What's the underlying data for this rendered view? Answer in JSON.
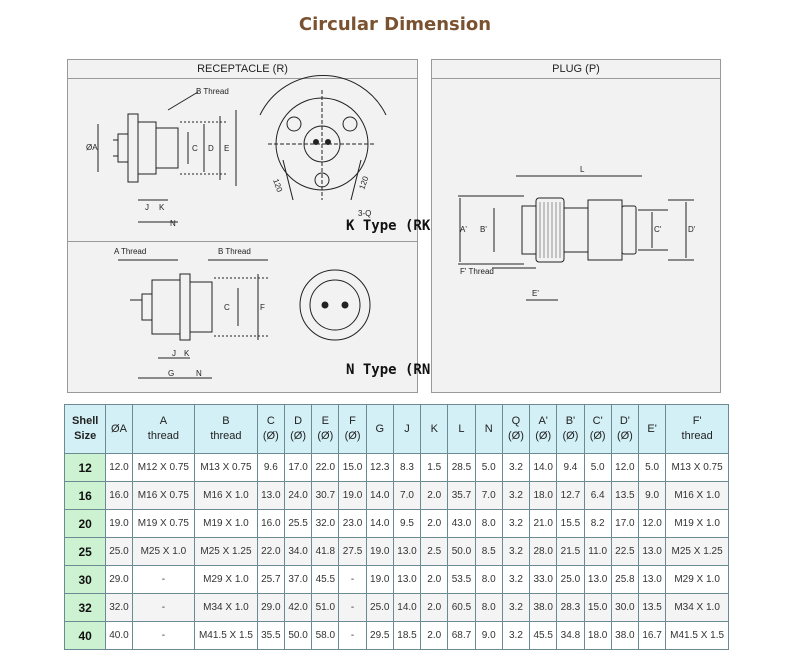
{
  "title": "Circular Dimension",
  "receptacle": {
    "header": "RECEPTACLE (R)",
    "k_type_label": "K Type (RK)",
    "n_type_label": "N Type (RN)",
    "k_labels": {
      "b_thread": "B Thread",
      "phi_a": "ØA",
      "c": "C",
      "d": "D",
      "e": "E",
      "j": "J",
      "k": "K",
      "n": "N",
      "q": "3-Q",
      "angle1": "120",
      "angle2": "120"
    },
    "n_labels": {
      "a_thread": "A Thread",
      "b_thread": "B Thread",
      "c": "C",
      "f": "F",
      "j": "J",
      "k": "K",
      "g": "G",
      "n": "N"
    }
  },
  "plug": {
    "header": "PLUG (P)",
    "labels": {
      "l": "L",
      "a": "A'",
      "b": "B'",
      "c": "C'",
      "d": "D'",
      "e": "E'",
      "f_thread": "F' Thread"
    }
  },
  "table": {
    "headers": [
      [
        "Shell",
        "Size"
      ],
      [
        "ØA",
        ""
      ],
      [
        "A",
        "thread"
      ],
      [
        "B",
        "thread"
      ],
      [
        "C",
        "(Ø)"
      ],
      [
        "D",
        "(Ø)"
      ],
      [
        "E",
        "(Ø)"
      ],
      [
        "F",
        "(Ø)"
      ],
      [
        "G",
        ""
      ],
      [
        "J",
        ""
      ],
      [
        "K",
        ""
      ],
      [
        "L",
        ""
      ],
      [
        "N",
        ""
      ],
      [
        "Q",
        "(Ø)"
      ],
      [
        "A'",
        "(Ø)"
      ],
      [
        "B'",
        "(Ø)"
      ],
      [
        "C'",
        "(Ø)"
      ],
      [
        "D'",
        "(Ø)"
      ],
      [
        "E'",
        ""
      ],
      [
        "F'",
        "thread"
      ]
    ],
    "rows": [
      [
        "12",
        "12.0",
        "M12 X 0.75",
        "M13 X 0.75",
        "9.6",
        "17.0",
        "22.0",
        "15.0",
        "12.3",
        "8.3",
        "1.5",
        "28.5",
        "5.0",
        "3.2",
        "14.0",
        "9.4",
        "5.0",
        "12.0",
        "5.0",
        "M13 X 0.75"
      ],
      [
        "16",
        "16.0",
        "M16 X 0.75",
        "M16 X 1.0",
        "13.0",
        "24.0",
        "30.7",
        "19.0",
        "14.0",
        "7.0",
        "2.0",
        "35.7",
        "7.0",
        "3.2",
        "18.0",
        "12.7",
        "6.4",
        "13.5",
        "9.0",
        "M16 X 1.0"
      ],
      [
        "20",
        "19.0",
        "M19 X 0.75",
        "M19 X 1.0",
        "16.0",
        "25.5",
        "32.0",
        "23.0",
        "14.0",
        "9.5",
        "2.0",
        "43.0",
        "8.0",
        "3.2",
        "21.0",
        "15.5",
        "8.2",
        "17.0",
        "12.0",
        "M19 X 1.0"
      ],
      [
        "25",
        "25.0",
        "M25 X 1.0",
        "M25 X 1.25",
        "22.0",
        "34.0",
        "41.8",
        "27.5",
        "19.0",
        "13.0",
        "2.5",
        "50.0",
        "8.5",
        "3.2",
        "28.0",
        "21.5",
        "11.0",
        "22.5",
        "13.0",
        "M25 X 1.25"
      ],
      [
        "30",
        "29.0",
        "-",
        "M29 X 1.0",
        "25.7",
        "37.0",
        "45.5",
        "-",
        "19.0",
        "13.0",
        "2.0",
        "53.5",
        "8.0",
        "3.2",
        "33.0",
        "25.0",
        "13.0",
        "25.8",
        "13.0",
        "M29 X 1.0"
      ],
      [
        "32",
        "32.0",
        "-",
        "M34 X 1.0",
        "29.0",
        "42.0",
        "51.0",
        "-",
        "25.0",
        "14.0",
        "2.0",
        "60.5",
        "8.0",
        "3.2",
        "38.0",
        "28.3",
        "15.0",
        "30.0",
        "13.5",
        "M34 X 1.0"
      ],
      [
        "40",
        "40.0",
        "-",
        "M41.5 X 1.5",
        "35.5",
        "50.0",
        "58.0",
        "-",
        "29.5",
        "18.5",
        "2.0",
        "68.7",
        "9.0",
        "3.2",
        "45.5",
        "34.8",
        "18.0",
        "38.0",
        "16.7",
        "M41.5 X 1.5"
      ]
    ]
  }
}
